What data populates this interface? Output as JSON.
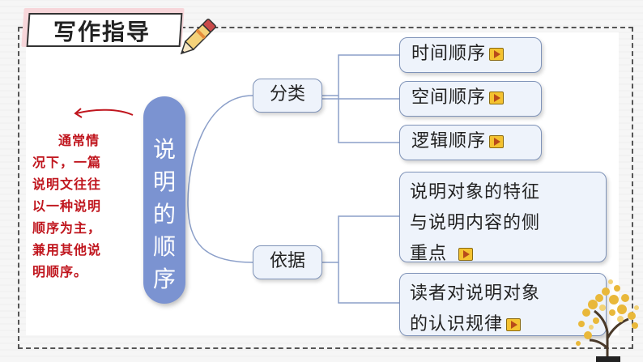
{
  "header": {
    "title": "写作指导"
  },
  "note": {
    "lines": [
      "通常情",
      "况下，一篇",
      "说明文往往",
      "以一种说明",
      "顺序为主，",
      "兼用其他说",
      "明顺序。"
    ]
  },
  "center": {
    "chars": [
      "说",
      "明",
      "的",
      "顺",
      "序"
    ]
  },
  "branches": [
    {
      "label": "分类",
      "children": [
        "时间顺序",
        "空间顺序",
        "逻辑顺序"
      ]
    },
    {
      "label": "依据",
      "children_multiline": [
        [
          "说明对象的特征",
          "与说明内容的侧",
          "重点"
        ],
        [
          "读者对说明对象",
          "的认识规律"
        ]
      ]
    }
  ],
  "icons": {
    "pen": "pen-icon",
    "play": "play-icon",
    "arrow": "curved-arrow-icon",
    "tree": "ginkgo-tree-icon"
  },
  "colors": {
    "accent": "#7b93d1",
    "note": "#c0161e",
    "node_bg": "#eef3fb",
    "tag_pink": "#f7d6da"
  }
}
